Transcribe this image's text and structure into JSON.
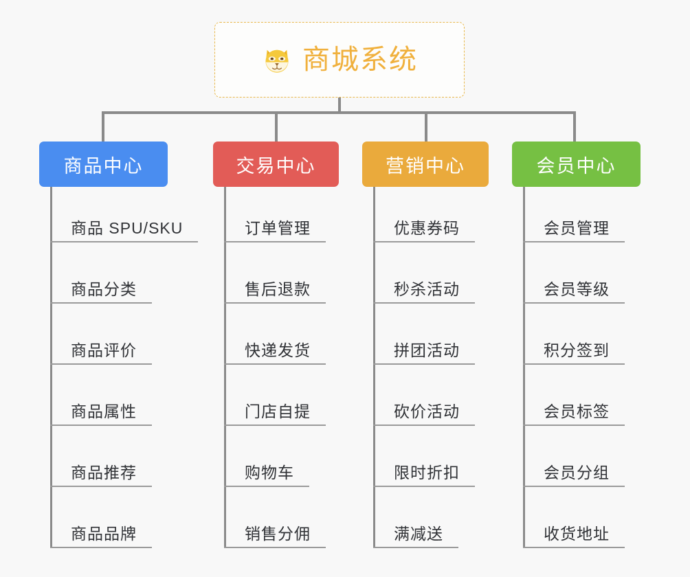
{
  "diagram": {
    "type": "mind-map",
    "background_color": "#f8f8f8",
    "root": {
      "label": "商城系统",
      "icon": "shiba-dog-face-icon",
      "text_color": "#f0b03c",
      "border_color": "#e8b84b",
      "border_style": "dashed",
      "background_color": "#fdfdfc"
    },
    "connector_color": "#8a8a8a",
    "leaf_text_color": "#303236",
    "leaf_rule_color": "#9a9a9a",
    "branches": [
      {
        "label": "商品中心",
        "color": "#4a8df0",
        "items": [
          "商品 SPU/SKU",
          "商品分类",
          "商品评价",
          "商品属性",
          "商品推荐",
          "商品品牌"
        ]
      },
      {
        "label": "交易中心",
        "color": "#e25c57",
        "items": [
          "订单管理",
          "售后退款",
          "快递发货",
          "门店自提",
          "购物车",
          "销售分佣"
        ]
      },
      {
        "label": "营销中心",
        "color": "#eaaa3c",
        "items": [
          "优惠券码",
          "秒杀活动",
          "拼团活动",
          "砍价活动",
          "限时折扣",
          "满减送"
        ]
      },
      {
        "label": "会员中心",
        "color": "#76c043",
        "items": [
          "会员管理",
          "会员等级",
          "积分签到",
          "会员标签",
          "会员分组",
          "收货地址"
        ]
      }
    ]
  }
}
